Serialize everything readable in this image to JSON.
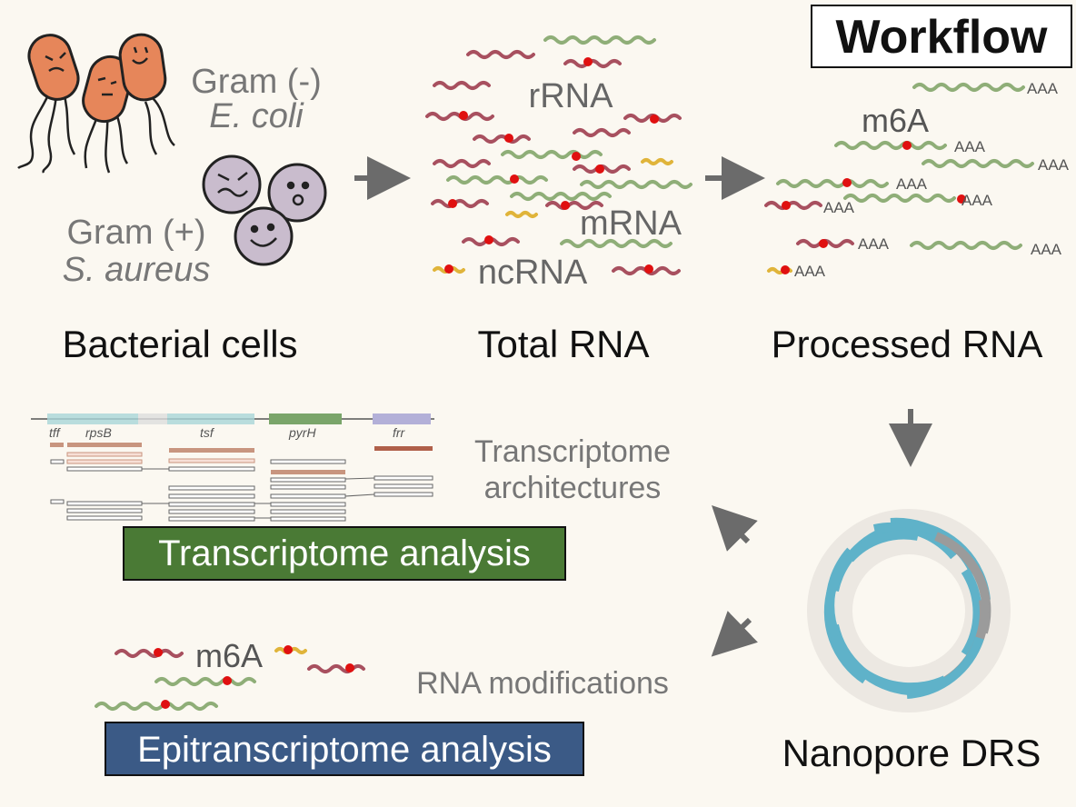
{
  "title": "Workflow",
  "organisms": {
    "gram_negative": {
      "label": "Gram (-)",
      "species": "E. coli"
    },
    "gram_positive": {
      "label": "Gram (+)",
      "species": "S. aureus"
    }
  },
  "stages": {
    "bacterial_cells": "Bacterial cells",
    "total_rna": "Total RNA",
    "processed_rna": "Processed RNA",
    "nanopore": "Nanopore DRS"
  },
  "rna_types": {
    "rrna": "rRNA",
    "mrna": "mRNA",
    "ncrna": "ncRNA"
  },
  "modification_label": "m6A",
  "polya_label": "AAA",
  "transcriptome": {
    "genes": [
      "tff",
      "rpsB",
      "tsf",
      "pyrH",
      "frr"
    ],
    "caption_line1": "Transcriptome",
    "caption_line2": "architectures",
    "box_label": "Transcriptome analysis"
  },
  "epitranscriptome": {
    "modification_label": "m6A",
    "caption": "RNA modifications",
    "box_label": "Epitranscriptome analysis"
  },
  "colors": {
    "background": "#fbf8f1",
    "rrna": "#a8505f",
    "mrna": "#8fae78",
    "ncrna": "#e0b43a",
    "m6a_dot": "#e01010",
    "bacteria_rod": "#e6865a",
    "bacteria_coccus": "#c9bccd",
    "transcriptome_box": "#4a7a35",
    "epitranscriptome_box": "#3b5a86",
    "nanopore": "#5fb2c9",
    "arrow": "#6b6b6b"
  }
}
